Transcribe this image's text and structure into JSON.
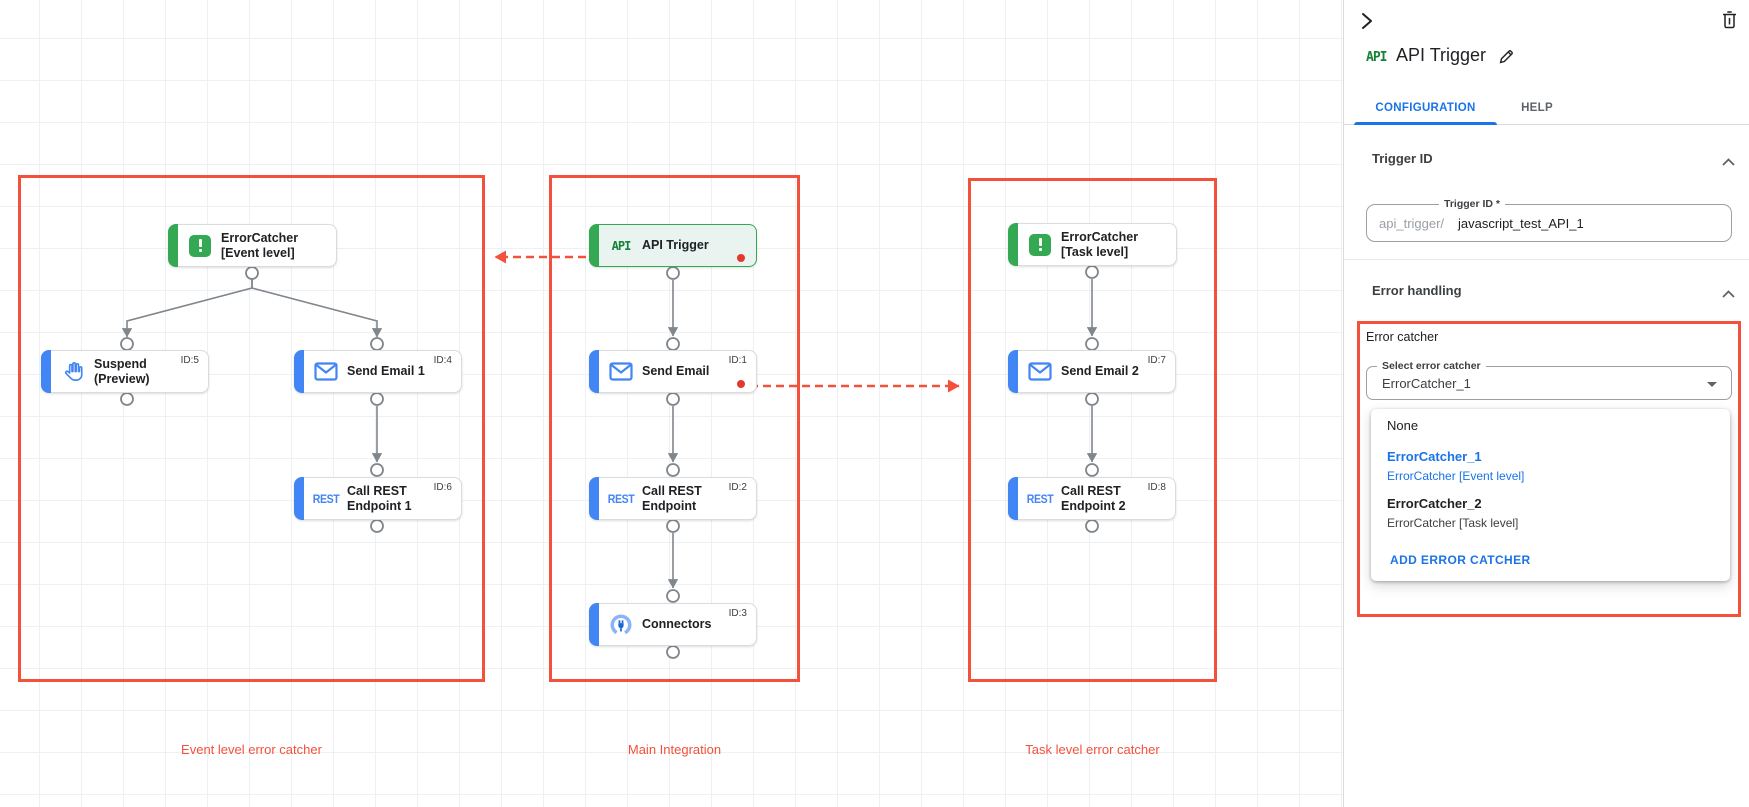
{
  "colors": {
    "annotation_red": "#f4513c",
    "node_blue": "#4285f4",
    "node_green": "#34a853",
    "link_blue": "#1a73e8",
    "edge_gray": "#80868b",
    "alert_dot_red": "#e5372e"
  },
  "icons": {
    "api_text": "API",
    "rest_text": "REST"
  },
  "canvas": {
    "groups": [
      {
        "label": "Event level error catcher"
      },
      {
        "label": "Main Integration"
      },
      {
        "label": "Task level error catcher"
      }
    ],
    "nodes": [
      {
        "label": "ErrorCatcher [Event level]",
        "icon": "error-catcher"
      },
      {
        "label": "Suspend (Preview)",
        "id_label": "ID:5",
        "icon": "hand"
      },
      {
        "label": "Send Email 1",
        "id_label": "ID:4",
        "icon": "email"
      },
      {
        "label": "Call REST Endpoint 1",
        "id_label": "ID:6",
        "icon": "rest"
      },
      {
        "label": "API Trigger",
        "icon": "api"
      },
      {
        "label": "Send Email",
        "id_label": "ID:1",
        "icon": "email"
      },
      {
        "label": "Call REST Endpoint",
        "id_label": "ID:2",
        "icon": "rest"
      },
      {
        "label": "Connectors",
        "id_label": "ID:3",
        "icon": "connector"
      },
      {
        "label": "ErrorCatcher [Task level]",
        "icon": "error-catcher"
      },
      {
        "label": "Send Email 2",
        "id_label": "ID:7",
        "icon": "email"
      },
      {
        "label": "Call REST Endpoint 2",
        "id_label": "ID:8",
        "icon": "rest"
      }
    ]
  },
  "panel": {
    "title": "API Trigger",
    "tabs": [
      {
        "label": "CONFIGURATION",
        "active": true
      },
      {
        "label": "HELP",
        "active": false
      }
    ],
    "trigger_id": {
      "heading": "Trigger ID",
      "field_label": "Trigger ID *",
      "field_prefix": "api_trigger/",
      "field_value": "javascript_test_API_1"
    },
    "error_handling": {
      "heading": "Error handling",
      "group_label": "Error catcher",
      "select_label": "Select error catcher",
      "select_value": "ErrorCatcher_1",
      "menu_items": [
        {
          "label": "None",
          "sublabel": ""
        },
        {
          "label": "ErrorCatcher_1",
          "sublabel": "ErrorCatcher [Event level]"
        },
        {
          "label": "ErrorCatcher_2",
          "sublabel": "ErrorCatcher [Task level]"
        }
      ],
      "action_label": "ADD ERROR CATCHER"
    }
  }
}
